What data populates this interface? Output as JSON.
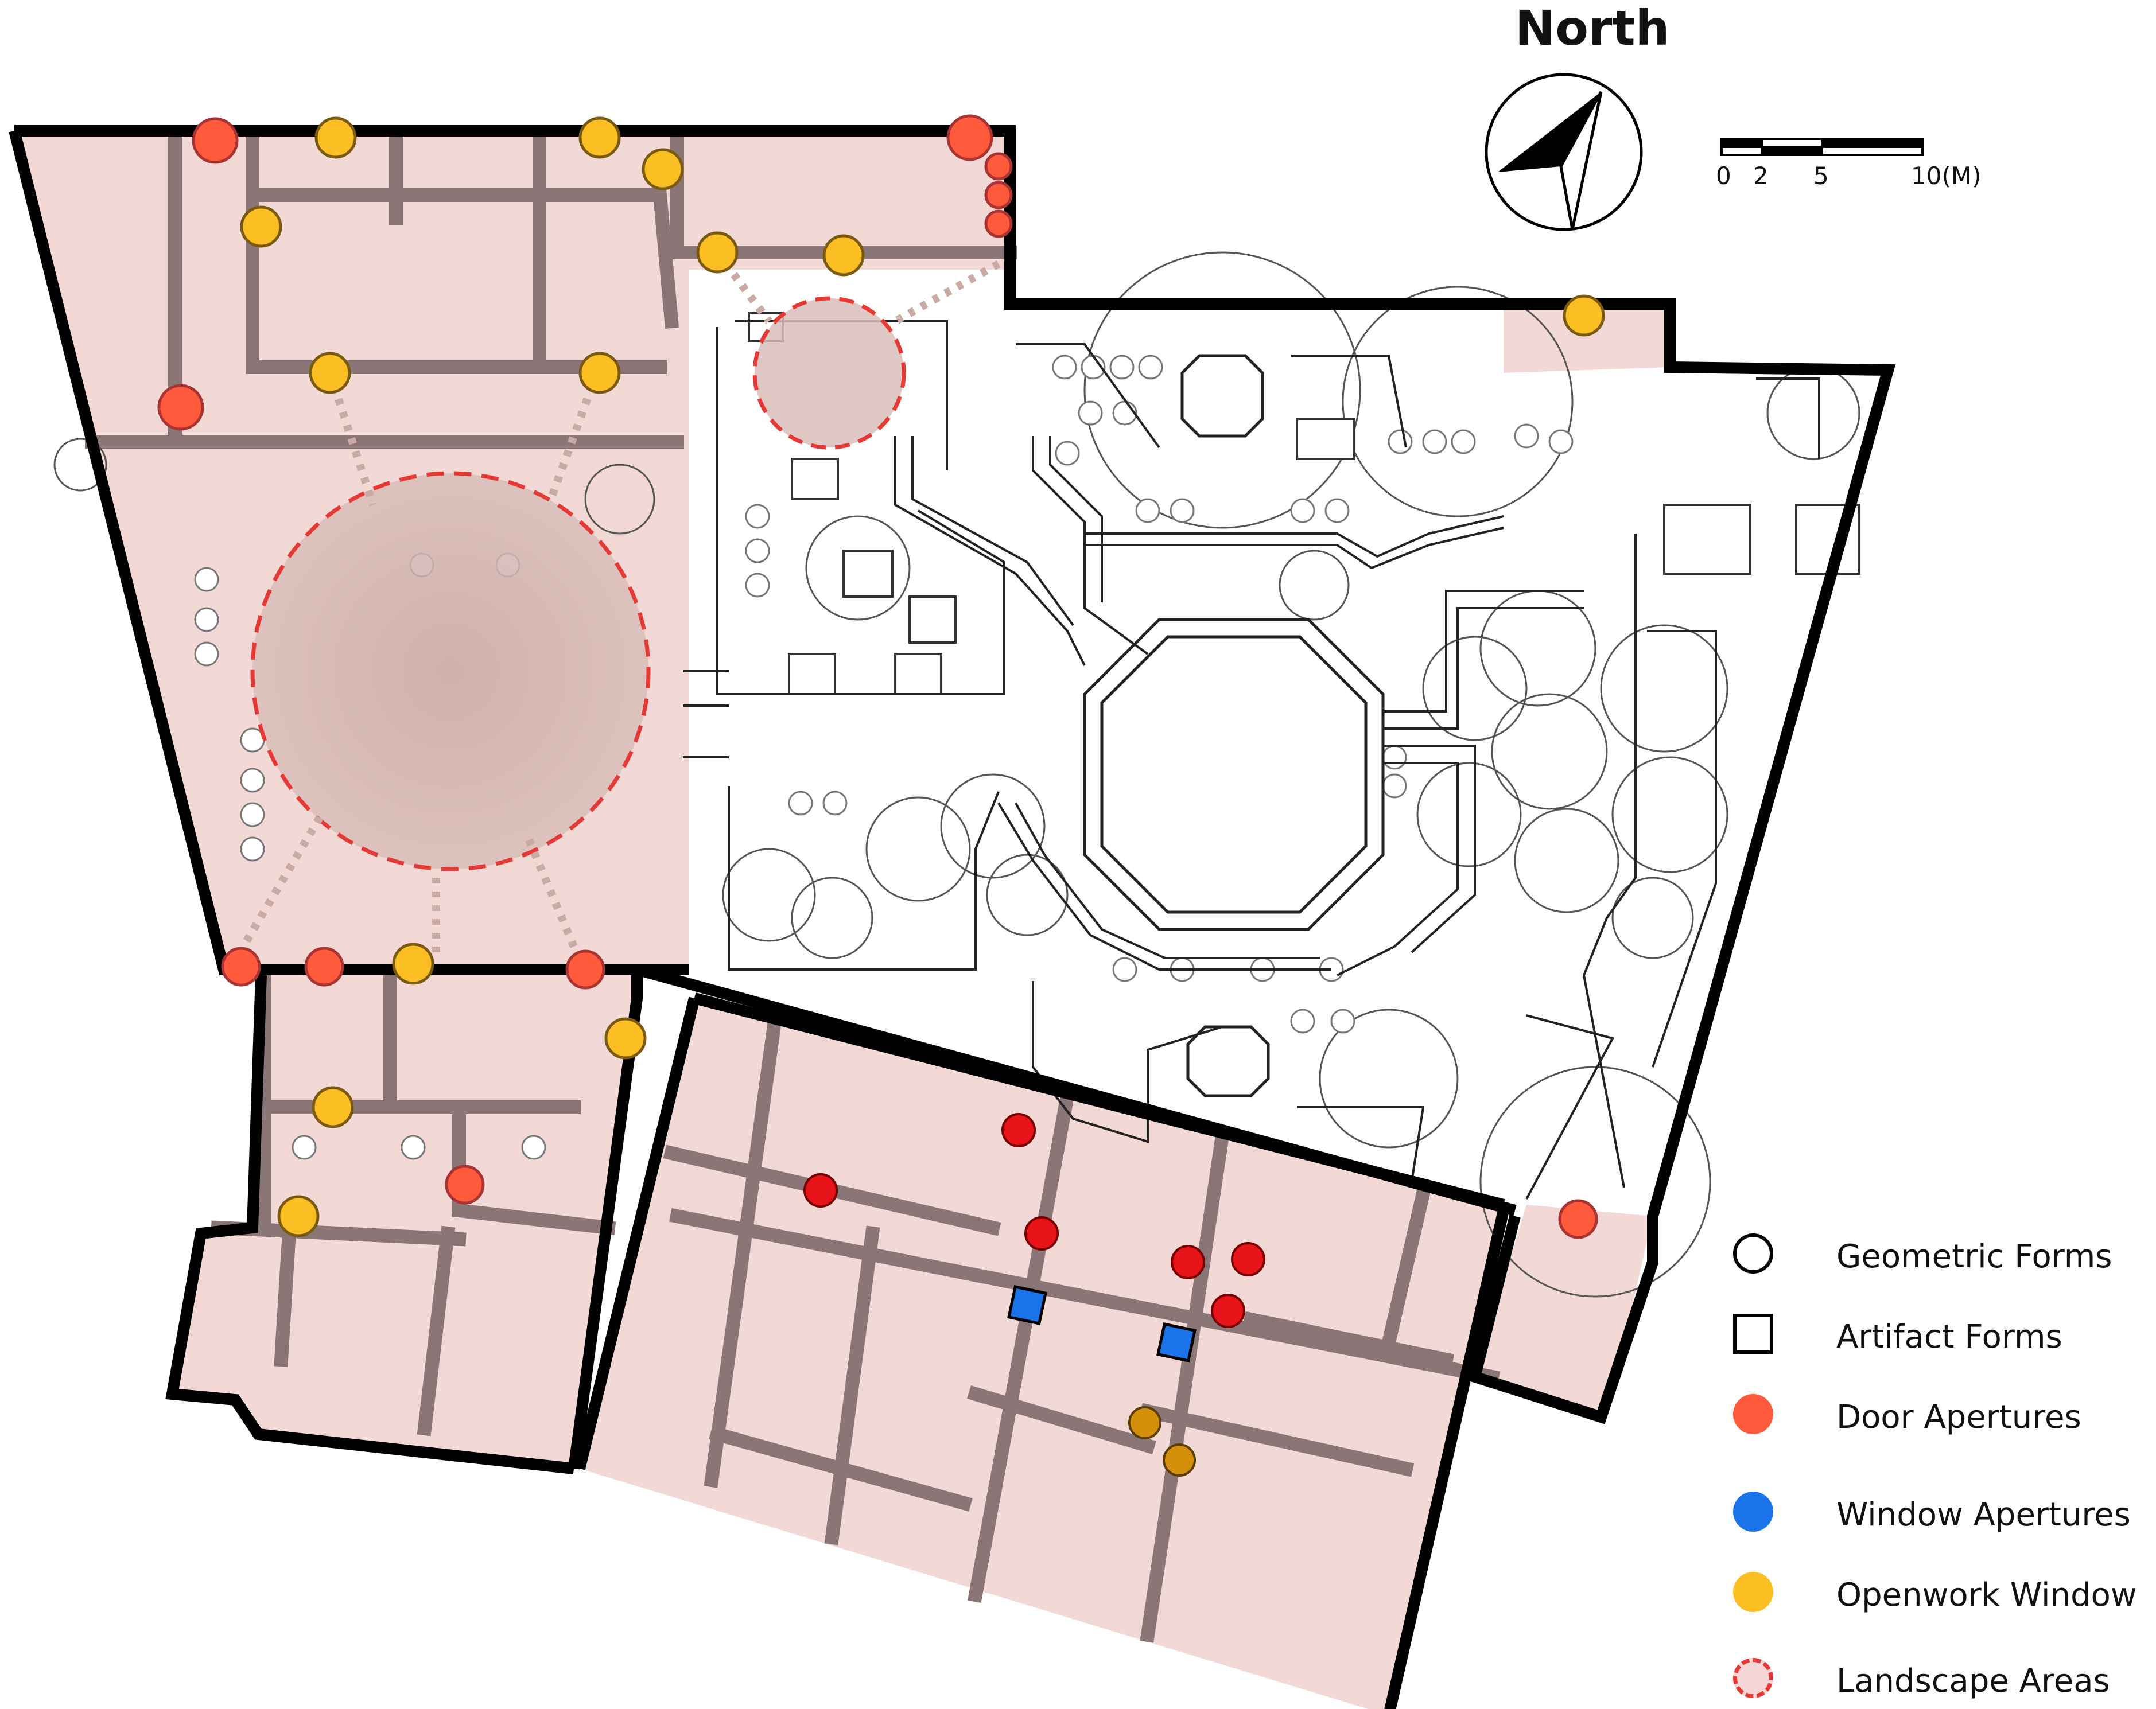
{
  "compass": {
    "label": "North"
  },
  "scale_bar": {
    "ticks": [
      "0",
      "2",
      "5",
      "10(M)"
    ]
  },
  "legend": {
    "items": [
      {
        "key": "geometric",
        "label": "Geometric Forms",
        "icon": "geometric-forms-icon"
      },
      {
        "key": "artifact",
        "label": "Artifact Forms",
        "icon": "artifact-forms-icon"
      },
      {
        "key": "door",
        "label": "Door Apertures",
        "icon": "door-aperture-icon"
      },
      {
        "key": "window",
        "label": "Window Apertures",
        "icon": "window-aperture-icon"
      },
      {
        "key": "openwork",
        "label": "Openwork  Window",
        "icon": "openwork-window-icon"
      },
      {
        "key": "landscape",
        "label": "Landscape Areas",
        "icon": "landscape-area-icon"
      }
    ]
  },
  "colors": {
    "door": "#ff5a3c",
    "door_inner": "#e8141a",
    "window": "#1a73e8",
    "openwork": "#fbbf24",
    "openwork_inner": "#d4900a",
    "landscape_stroke": "#e53935",
    "building_fill": "#f3d9d6",
    "wall": "#8a7676",
    "boundary": "#000000"
  }
}
